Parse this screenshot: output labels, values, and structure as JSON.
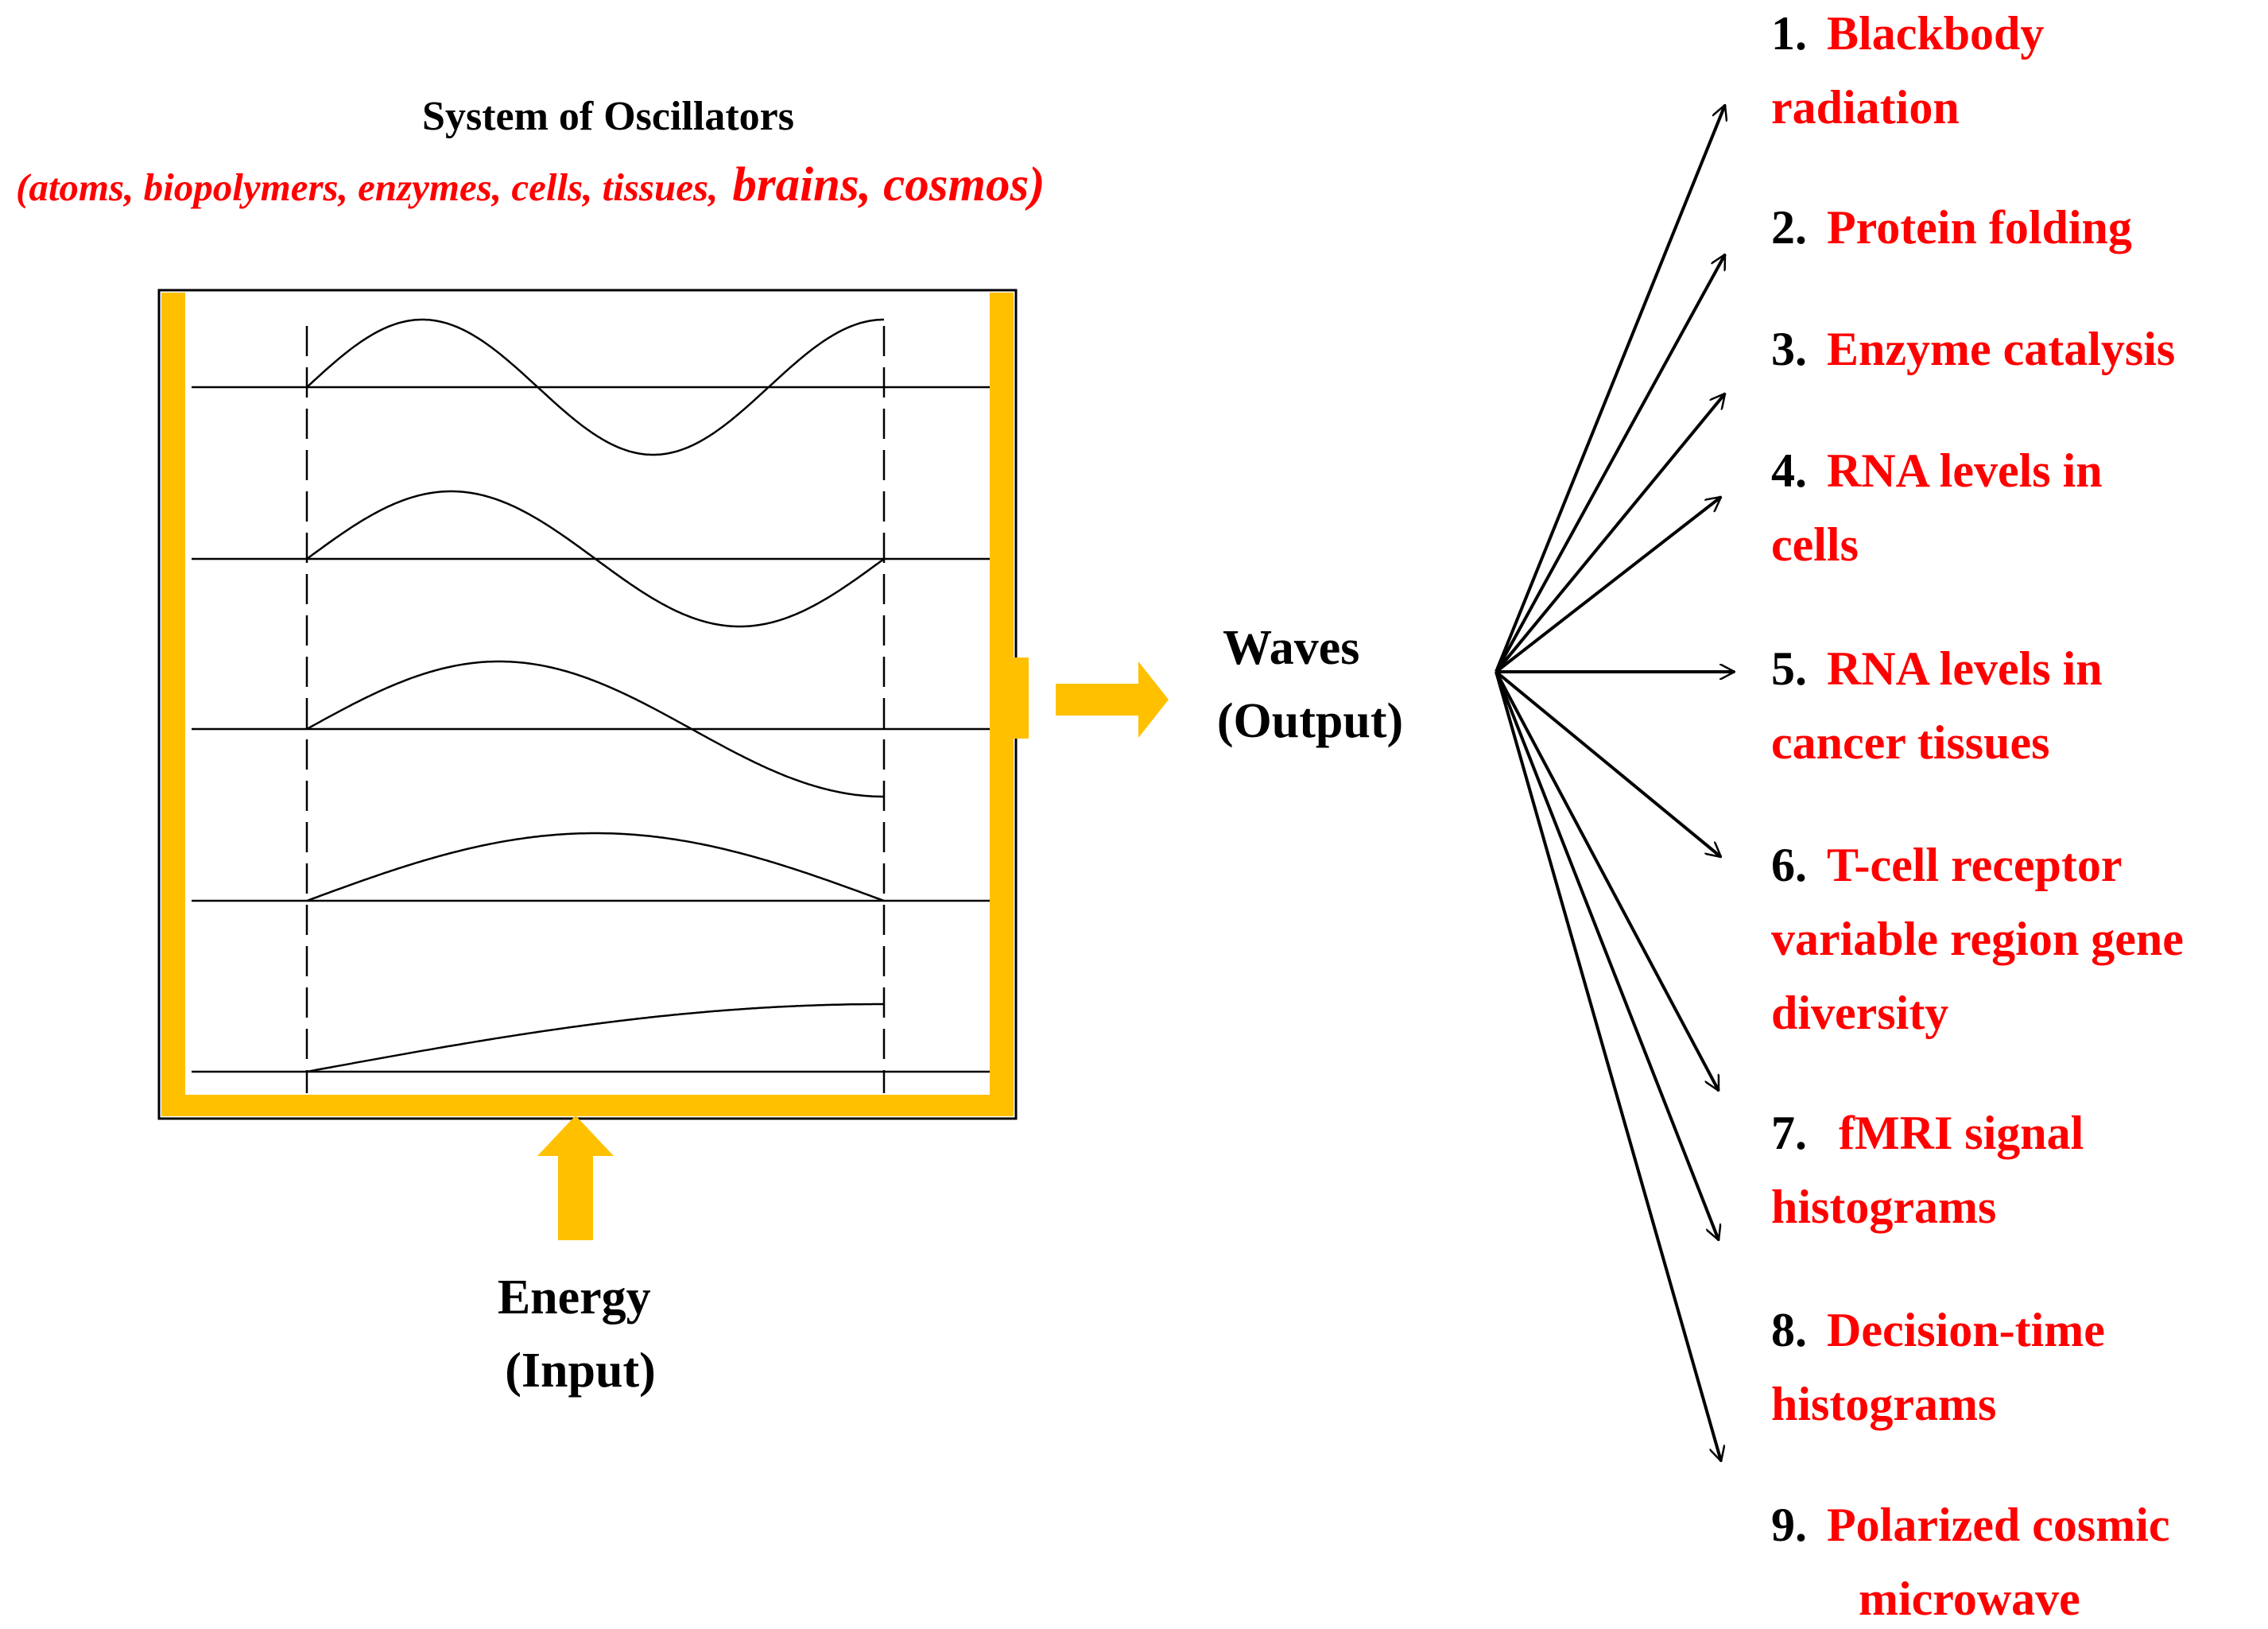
{
  "title": "System of Oscillators",
  "subtitle_regular": "(atoms, biopolymers, enzymes, cells, tissues,",
  "subtitle_large": "brains, cosmos)",
  "waves_label": [
    "Waves",
    "(Output)"
  ],
  "energy_label": [
    "Energy",
    "(Input)"
  ],
  "modes": [
    {
      "harmonic": 5
    },
    {
      "harmonic": 4
    },
    {
      "harmonic": 3
    },
    {
      "harmonic": 2
    },
    {
      "harmonic": 1
    }
  ],
  "outputs": [
    {
      "num": "1.",
      "lines": [
        "Blackbody",
        "radiation"
      ]
    },
    {
      "num": "2.",
      "lines": [
        "Protein folding"
      ]
    },
    {
      "num": "3.",
      "lines": [
        "Enzyme catalysis"
      ]
    },
    {
      "num": "4.",
      "lines": [
        "RNA levels in",
        "cells"
      ]
    },
    {
      "num": "5.",
      "lines": [
        "RNA levels in",
        "cancer tissues"
      ]
    },
    {
      "num": "6.",
      "lines": [
        "T-cell receptor",
        "variable region gene",
        "diversity"
      ]
    },
    {
      "num": "7.",
      "lines": [
        " fMRI signal",
        "histograms"
      ]
    },
    {
      "num": "8.",
      "lines": [
        "Decision-time",
        "histograms"
      ]
    },
    {
      "num": "9.",
      "lines": [
        "Polarized cosmic",
        "microwave"
      ]
    }
  ],
  "colors": {
    "accent_red": "#ff0000",
    "frame_yellow": "#ffc000",
    "ink": "#000000"
  }
}
